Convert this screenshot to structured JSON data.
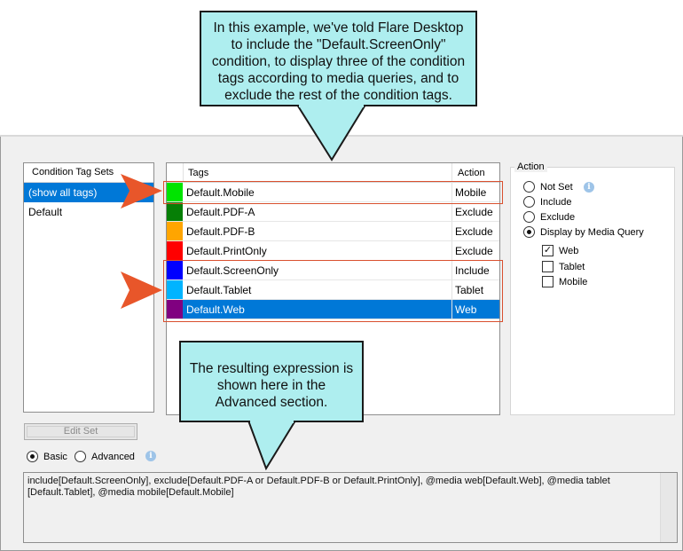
{
  "callouts": {
    "top": [
      "In this example, we've told Flare Desktop",
      "to include the \"Default.ScreenOnly\"",
      "condition, to display three of the condition",
      "tags according to media queries, and to",
      "exclude the rest of the condition tags."
    ],
    "bottom": [
      "The resulting expression is",
      "shown here in the",
      "Advanced section."
    ]
  },
  "sets": {
    "header": "Condition Tag Sets",
    "items": [
      {
        "label": "(show all tags)",
        "selected": true
      },
      {
        "label": "Default",
        "selected": false
      }
    ]
  },
  "tags": {
    "header_tags": "Tags",
    "header_action": "Action",
    "rows": [
      {
        "name": "Default.Mobile",
        "action": "Mobile",
        "color": "#00e400",
        "selected": false
      },
      {
        "name": "Default.PDF-A",
        "action": "Exclude",
        "color": "#067f06",
        "selected": false
      },
      {
        "name": "Default.PDF-B",
        "action": "Exclude",
        "color": "#ffa500",
        "selected": false
      },
      {
        "name": "Default.PrintOnly",
        "action": "Exclude",
        "color": "#ff0000",
        "selected": false
      },
      {
        "name": "Default.ScreenOnly",
        "action": "Include",
        "color": "#0000ff",
        "selected": false
      },
      {
        "name": "Default.Tablet",
        "action": "Tablet",
        "color": "#00b4ff",
        "selected": false
      },
      {
        "name": "Default.Web",
        "action": "Web",
        "color": "#800080",
        "selected": true
      }
    ]
  },
  "action": {
    "title": "Action",
    "radios": [
      {
        "label": "Not Set",
        "checked": false
      },
      {
        "label": "Include",
        "checked": false
      },
      {
        "label": "Exclude",
        "checked": false
      },
      {
        "label": "Display by Media Query",
        "checked": true
      }
    ],
    "checks": [
      {
        "label": "Web",
        "checked": true
      },
      {
        "label": "Tablet",
        "checked": false
      },
      {
        "label": "Mobile",
        "checked": false
      }
    ],
    "info_icon": "info-icon"
  },
  "edit_set_label": "Edit Set",
  "mode": {
    "basic_label": "Basic",
    "advanced_label": "Advanced",
    "selected": "Basic"
  },
  "expression": {
    "line1": "include[Default.ScreenOnly], exclude[Default.PDF-A or Default.PDF-B or Default.PrintOnly], @media web[Default.Web], @media tablet",
    "line2": "[Default.Tablet], @media mobile[Default.Mobile]"
  },
  "colors": {
    "callout_fill": "#aeeeef",
    "arrow": "#e8562a",
    "highlight": "#d9502f",
    "selection": "#0078d7"
  }
}
